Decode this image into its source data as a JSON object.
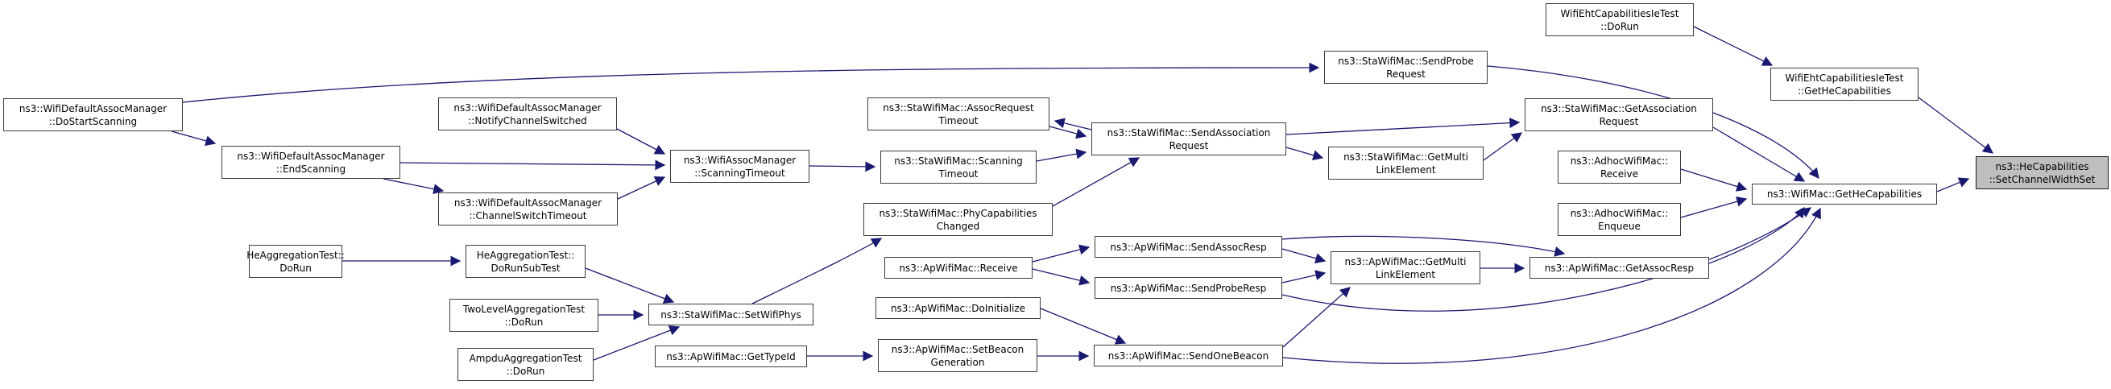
{
  "diagram": {
    "type": "caller-graph",
    "target_function": "ns3::HeCapabilities::SetChannelWidthSet",
    "colors": {
      "edge": "#191970",
      "node_border": "#3c3c3c",
      "node_fill": "#ffffff",
      "target_fill": "#bfbfbf",
      "target_border": "#1a1a1a",
      "text": "#000000",
      "bg": "#ffffff"
    },
    "nodes": {
      "do_start_scanning": {
        "line1": "ns3::WifiDefaultAssocManager",
        "line2": "::DoStartScanning"
      },
      "end_scanning": {
        "line1": "ns3::WifiDefaultAssocManager",
        "line2": "::EndScanning"
      },
      "notify_channel_switched": {
        "line1": "ns3::WifiDefaultAssocManager",
        "line2": "::NotifyChannelSwitched"
      },
      "channel_switch_timeout": {
        "line1": "ns3::WifiDefaultAssocManager",
        "line2": "::ChannelSwitchTimeout"
      },
      "assoc_mgr_scanning_timeout": {
        "line1": "ns3::WifiAssocManager",
        "line2": "::ScanningTimeout"
      },
      "sta_assoc_request_timeout": {
        "line1": "ns3::StaWifiMac::AssocRequest",
        "line2": "Timeout"
      },
      "sta_scanning_timeout": {
        "line1": "ns3::StaWifiMac::Scanning",
        "line2": "Timeout"
      },
      "sta_phy_capabilities_changed": {
        "line1": "ns3::StaWifiMac::PhyCapabilities",
        "line2": "Changed"
      },
      "ap_receive": {
        "line1": "ns3::ApWifiMac::Receive"
      },
      "ap_do_initialize": {
        "line1": "ns3::ApWifiMac::DoInitialize"
      },
      "ap_set_beacon_generation": {
        "line1": "ns3::ApWifiMac::SetBeacon",
        "line2": "Generation"
      },
      "he_aggregation_do_run": {
        "line1": "HeAggregationTest::",
        "line2": "DoRun"
      },
      "he_aggregation_do_run_sub_test": {
        "line1": "HeAggregationTest::",
        "line2": "DoRunSubTest"
      },
      "two_level_do_run": {
        "line1": "TwoLevelAggregationTest",
        "line2": "::DoRun"
      },
      "ampdu_do_run": {
        "line1": "AmpduAggregationTest",
        "line2": "::DoRun"
      },
      "sta_set_wifi_phys": {
        "line1": "ns3::StaWifiMac::SetWifiPhys"
      },
      "ap_get_type_id": {
        "line1": "ns3::ApWifiMac::GetTypeId"
      },
      "sta_send_association_request": {
        "line1": "ns3::StaWifiMac::SendAssociation",
        "line2": "Request"
      },
      "sta_send_probe_request": {
        "line1": "ns3::StaWifiMac::SendProbe",
        "line2": "Request"
      },
      "sta_get_multi_link_element": {
        "line1": "ns3::StaWifiMac::GetMulti",
        "line2": "LinkElement"
      },
      "sta_get_association_request": {
        "line1": "ns3::StaWifiMac::GetAssociation",
        "line2": "Request"
      },
      "adhoc_receive": {
        "line1": "ns3::AdhocWifiMac::",
        "line2": "Receive"
      },
      "adhoc_enqueue": {
        "line1": "ns3::AdhocWifiMac::",
        "line2": "Enqueue"
      },
      "ap_send_assoc_resp": {
        "line1": "ns3::ApWifiMac::SendAssocResp"
      },
      "ap_send_probe_resp": {
        "line1": "ns3::ApWifiMac::SendProbeResp"
      },
      "ap_send_one_beacon": {
        "line1": "ns3::ApWifiMac::SendOneBeacon"
      },
      "ap_get_multi_link_element": {
        "line1": "ns3::ApWifiMac::GetMulti",
        "line2": "LinkElement"
      },
      "ap_get_assoc_resp": {
        "line1": "ns3::ApWifiMac::GetAssocResp"
      },
      "eht_test_do_run": {
        "line1": "WifiEhtCapabilitiesIeTest",
        "line2": "::DoRun"
      },
      "eht_test_get_he_capabilities": {
        "line1": "WifiEhtCapabilitiesIeTest",
        "line2": "::GetHeCapabilities"
      },
      "wifi_mac_get_he_capabilities": {
        "line1": "ns3::WifiMac::GetHeCapabilities"
      },
      "he_set_channel_width_set": {
        "line1": "ns3::HeCapabilities",
        "line2": "::SetChannelWidthSet"
      }
    },
    "edges": [
      {
        "from": "do_start_scanning",
        "to": "sta_send_probe_request"
      },
      {
        "from": "do_start_scanning",
        "to": "end_scanning"
      },
      {
        "from": "end_scanning",
        "to": "assoc_mgr_scanning_timeout"
      },
      {
        "from": "end_scanning",
        "to": "channel_switch_timeout"
      },
      {
        "from": "notify_channel_switched",
        "to": "assoc_mgr_scanning_timeout"
      },
      {
        "from": "channel_switch_timeout",
        "to": "assoc_mgr_scanning_timeout"
      },
      {
        "from": "assoc_mgr_scanning_timeout",
        "to": "sta_scanning_timeout"
      },
      {
        "from": "sta_scanning_timeout",
        "to": "sta_send_association_request"
      },
      {
        "from": "sta_assoc_request_timeout",
        "to": "sta_send_association_request"
      },
      {
        "from": "sta_send_association_request",
        "to": "sta_assoc_request_timeout"
      },
      {
        "from": "sta_phy_capabilities_changed",
        "to": "sta_send_association_request"
      },
      {
        "from": "sta_send_association_request",
        "to": "sta_get_association_request"
      },
      {
        "from": "sta_send_association_request",
        "to": "sta_get_multi_link_element"
      },
      {
        "from": "sta_get_multi_link_element",
        "to": "sta_get_association_request"
      },
      {
        "from": "sta_send_probe_request",
        "to": "wifi_mac_get_he_capabilities"
      },
      {
        "from": "sta_get_association_request",
        "to": "wifi_mac_get_he_capabilities"
      },
      {
        "from": "adhoc_receive",
        "to": "wifi_mac_get_he_capabilities"
      },
      {
        "from": "adhoc_enqueue",
        "to": "wifi_mac_get_he_capabilities"
      },
      {
        "from": "ap_receive",
        "to": "ap_send_assoc_resp"
      },
      {
        "from": "ap_receive",
        "to": "ap_send_probe_resp"
      },
      {
        "from": "ap_send_assoc_resp",
        "to": "ap_get_multi_link_element"
      },
      {
        "from": "ap_send_probe_resp",
        "to": "ap_get_multi_link_element"
      },
      {
        "from": "ap_send_assoc_resp",
        "to": "ap_get_assoc_resp"
      },
      {
        "from": "ap_get_multi_link_element",
        "to": "ap_get_assoc_resp"
      },
      {
        "from": "ap_send_one_beacon",
        "to": "ap_get_multi_link_element"
      },
      {
        "from": "ap_get_assoc_resp",
        "to": "wifi_mac_get_he_capabilities"
      },
      {
        "from": "ap_send_probe_resp",
        "to": "wifi_mac_get_he_capabilities"
      },
      {
        "from": "ap_send_one_beacon",
        "to": "wifi_mac_get_he_capabilities"
      },
      {
        "from": "ap_do_initialize",
        "to": "ap_send_one_beacon"
      },
      {
        "from": "ap_set_beacon_generation",
        "to": "ap_send_one_beacon"
      },
      {
        "from": "ap_get_type_id",
        "to": "ap_set_beacon_generation"
      },
      {
        "from": "he_aggregation_do_run",
        "to": "he_aggregation_do_run_sub_test"
      },
      {
        "from": "he_aggregation_do_run_sub_test",
        "to": "sta_set_wifi_phys"
      },
      {
        "from": "two_level_do_run",
        "to": "sta_set_wifi_phys"
      },
      {
        "from": "ampdu_do_run",
        "to": "sta_set_wifi_phys"
      },
      {
        "from": "sta_set_wifi_phys",
        "to": "sta_phy_capabilities_changed"
      },
      {
        "from": "eht_test_do_run",
        "to": "eht_test_get_he_capabilities"
      },
      {
        "from": "eht_test_get_he_capabilities",
        "to": "he_set_channel_width_set"
      },
      {
        "from": "wifi_mac_get_he_capabilities",
        "to": "he_set_channel_width_set"
      }
    ]
  }
}
